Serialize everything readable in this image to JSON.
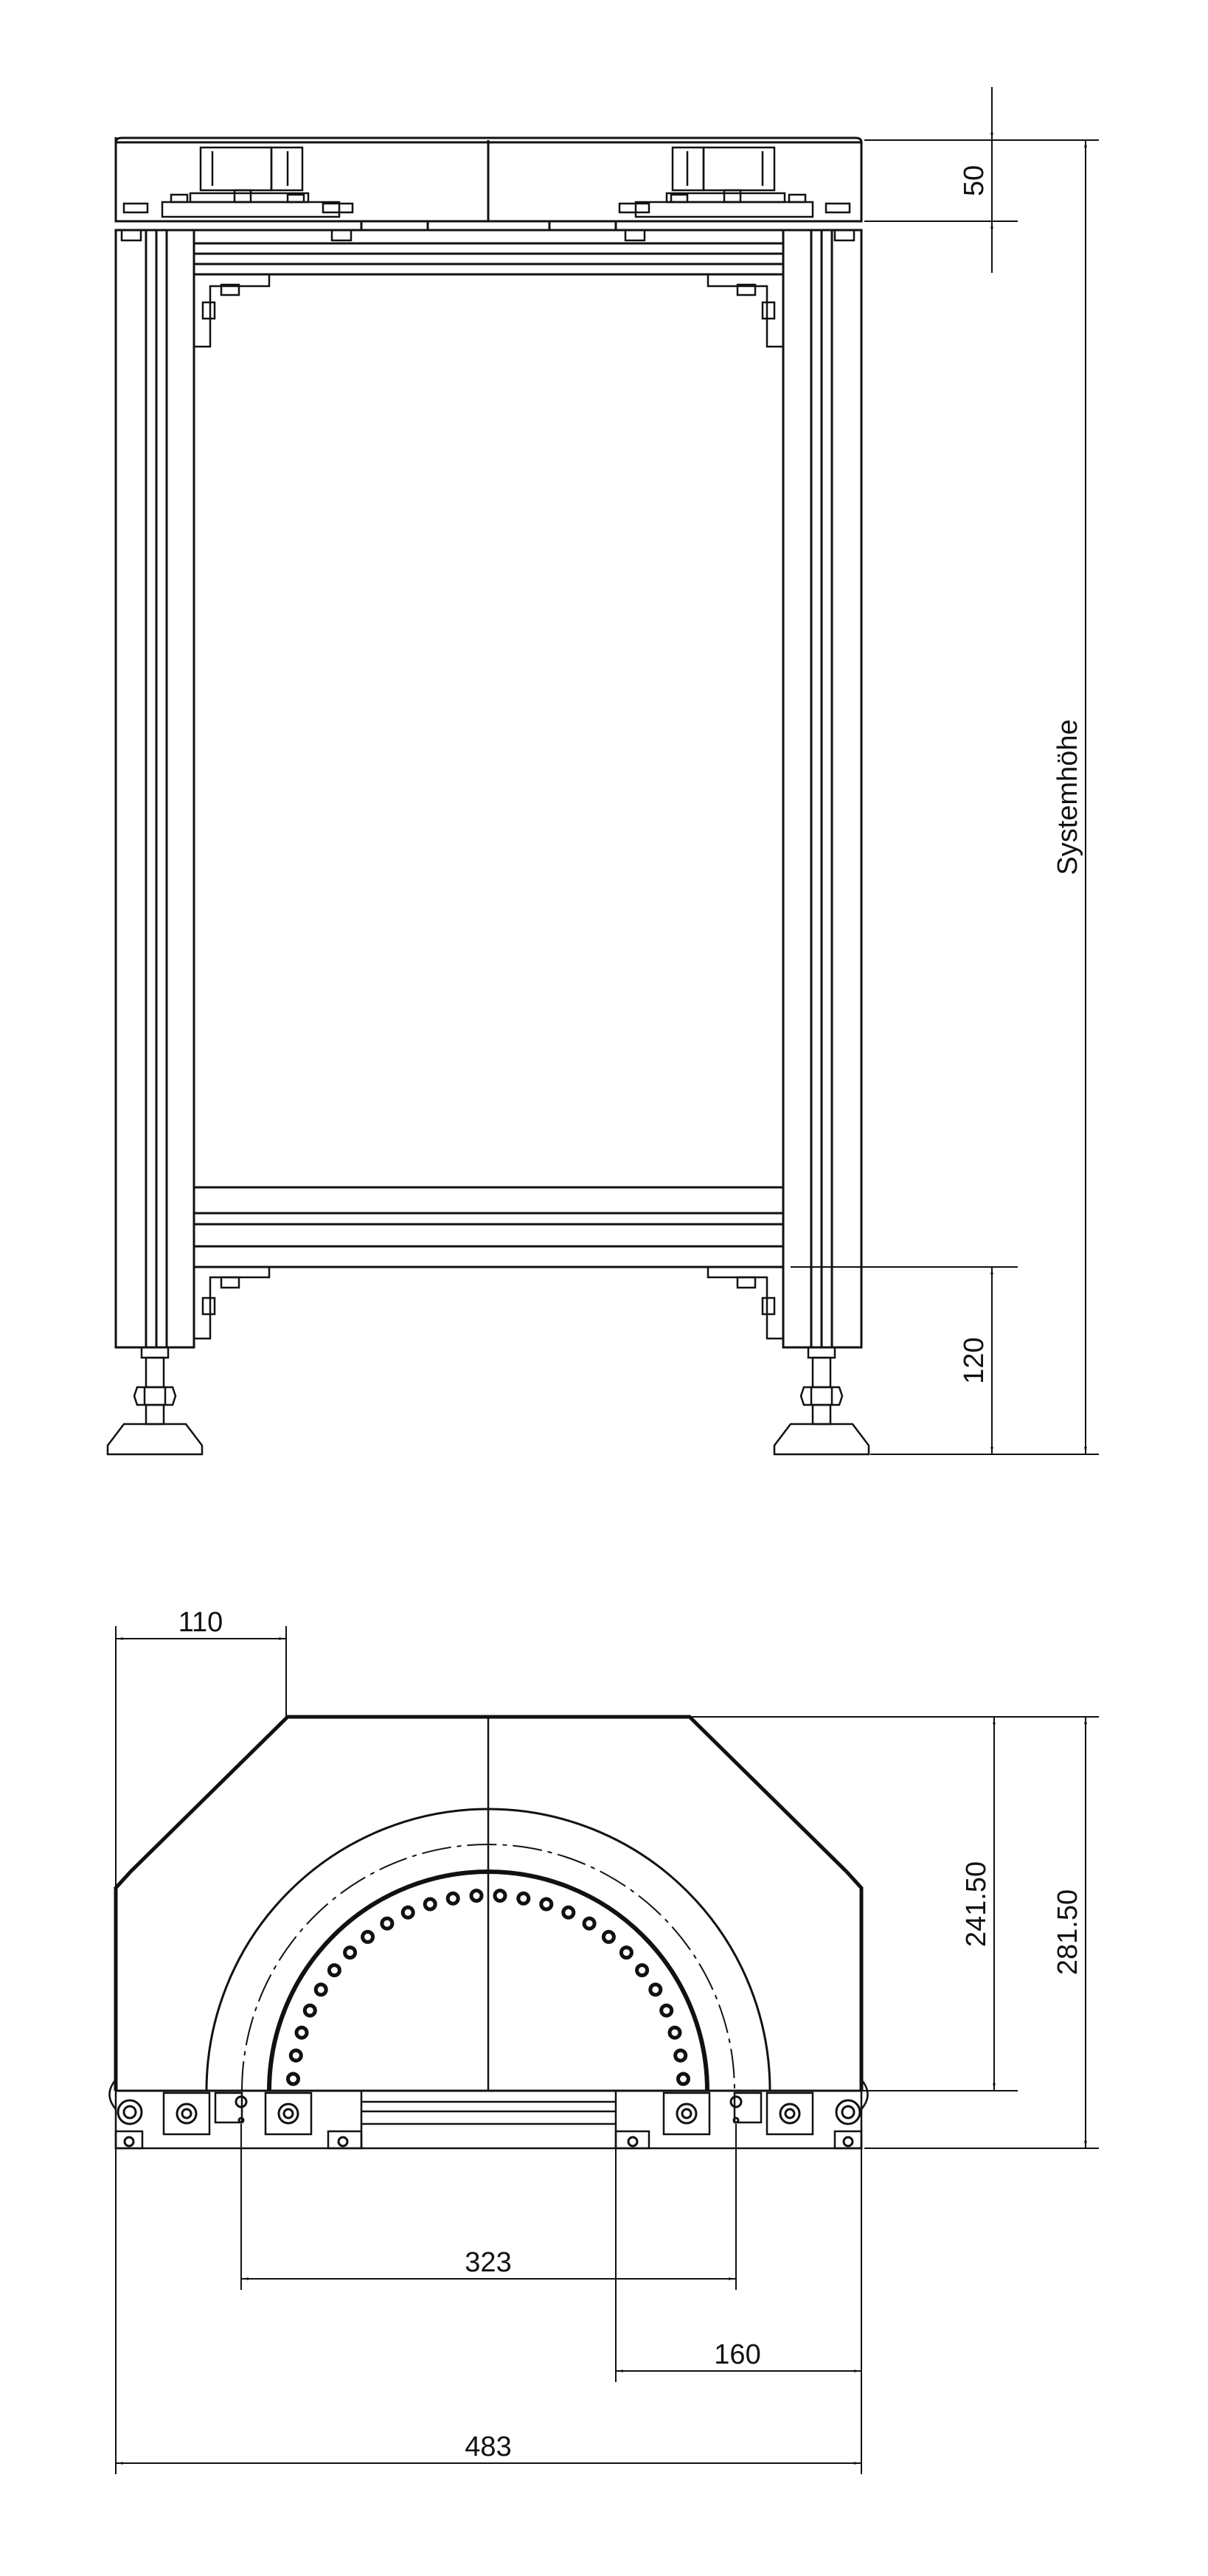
{
  "front_view": {
    "dim_top": "50",
    "dim_bottom": "120",
    "dim_height": "Systemhöhe"
  },
  "top_view": {
    "dim_corner": "110",
    "dim_inner": "241.50",
    "dim_outer": "281.50",
    "dim_hole_span": "323",
    "dim_half": "160",
    "dim_width": "483"
  },
  "colors": {
    "line": "#111111",
    "background": "#ffffff"
  }
}
